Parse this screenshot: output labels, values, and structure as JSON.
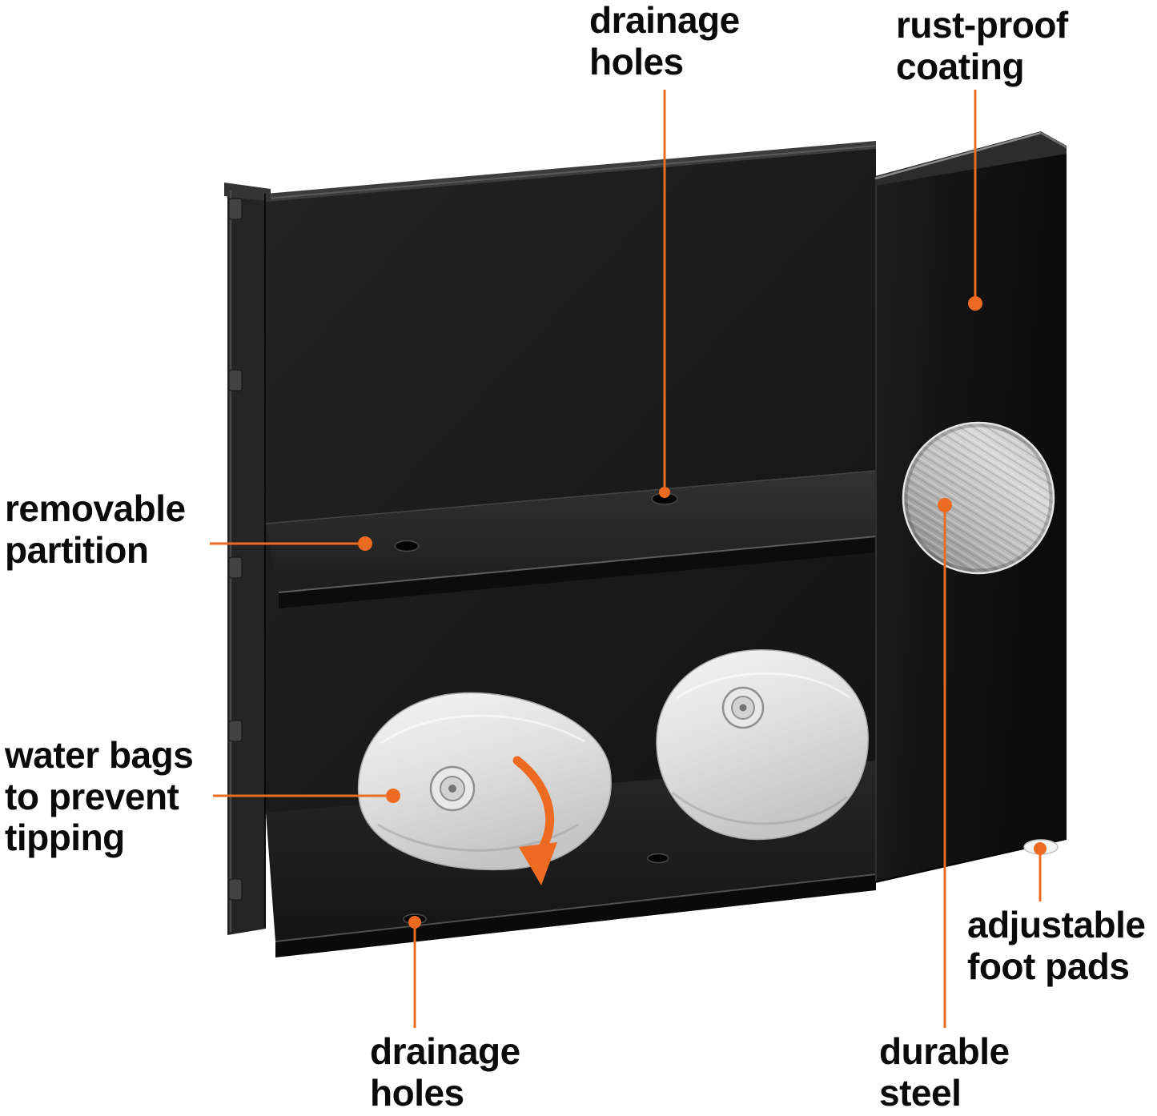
{
  "figure": {
    "type": "product-feature-diagram",
    "subject": "metal planter box cutaway with feature callouts",
    "background_color": "#ffffff",
    "accent_color": "#ED6A21",
    "label_color": "#0a0a0a",
    "box_color": "#161616",
    "water_bag_color": "#dedede",
    "steel_inset_color": "#bfbfbf"
  },
  "icons": {
    "drop_arrow": "curved-down-arrow",
    "steel_inset": "brushed-steel-closeup",
    "valve": "inflation-valve"
  },
  "callouts": [
    {
      "id": "drainage-holes-top",
      "text": "drainage\nholes"
    },
    {
      "id": "rust-proof-coating",
      "text": "rust-proof\ncoating"
    },
    {
      "id": "removable-partition",
      "text": "removable\npartition"
    },
    {
      "id": "water-bags",
      "text": "water bags\nto prevent\ntipping"
    },
    {
      "id": "adjustable-foot-pads",
      "text": "adjustable\nfoot pads"
    },
    {
      "id": "drainage-holes-bottom",
      "text": "drainage\nholes"
    },
    {
      "id": "durable-steel",
      "text": "durable\nsteel"
    }
  ]
}
